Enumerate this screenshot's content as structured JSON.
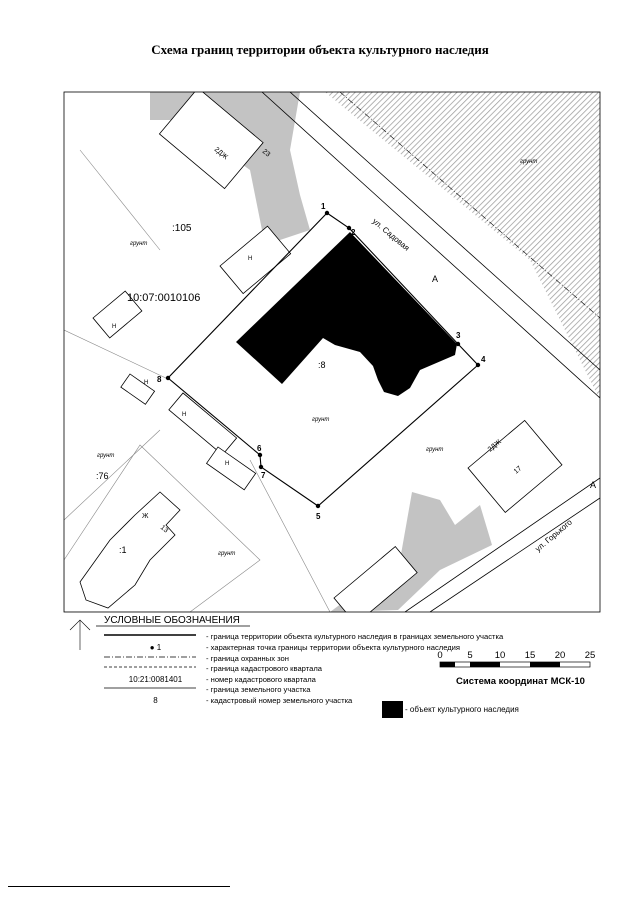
{
  "title": "Схема границ территории объекта культурного наследия",
  "colors": {
    "vegetation": "#b4b4b4",
    "object": "#000000",
    "line": "#000000",
    "hatch": "#9a9a9a"
  },
  "map": {
    "quarter_number": "10:07:0010106",
    "parcels": {
      "p105": ":105",
      "p8": ":8",
      "p76": ":76",
      "p1": ":1"
    },
    "ground_labels": [
      "грунт",
      "грунт",
      "грунт",
      "грунт",
      "грунт",
      "грунт"
    ],
    "buildings": {
      "b23": "2ДЖ",
      "b23_num": "23",
      "b17": "2ДЖ",
      "b17_num": "17",
      "b13": "Ж",
      "b13_num": "13",
      "n": "Н"
    },
    "streets": {
      "sadovaya": "ул. Садовая",
      "gorkogo": "ул. Горького",
      "a1": "А",
      "a2": "А"
    },
    "points": [
      "1",
      "2",
      "3",
      "4",
      "5",
      "6",
      "7",
      "8"
    ]
  },
  "legend": {
    "heading": "УСЛОВНЫЕ ОБОЗНАЧЕНИЯ",
    "items": [
      {
        "text": "- граница территории объекта культурного наследия в границах земельного участка",
        "sample": ""
      },
      {
        "text": "- характерная точка границы территории объекта культурного наследия",
        "sample": "● 1"
      },
      {
        "text": "- граница охранных зон",
        "sample": ""
      },
      {
        "text": "- граница кадастрового квартала",
        "sample": ""
      },
      {
        "text": "- номер кадастрового квартала",
        "sample": "10:21:0081401"
      },
      {
        "text": "- граница земельного участка",
        "sample": ""
      },
      {
        "text": "- кадастровый номер земельного участка",
        "sample": "8"
      }
    ],
    "object": "- объект культурного наследия"
  },
  "scale": {
    "ticks": [
      "0",
      "5",
      "10",
      "15",
      "20",
      "25"
    ],
    "caption": "Система координат МСК-10"
  }
}
